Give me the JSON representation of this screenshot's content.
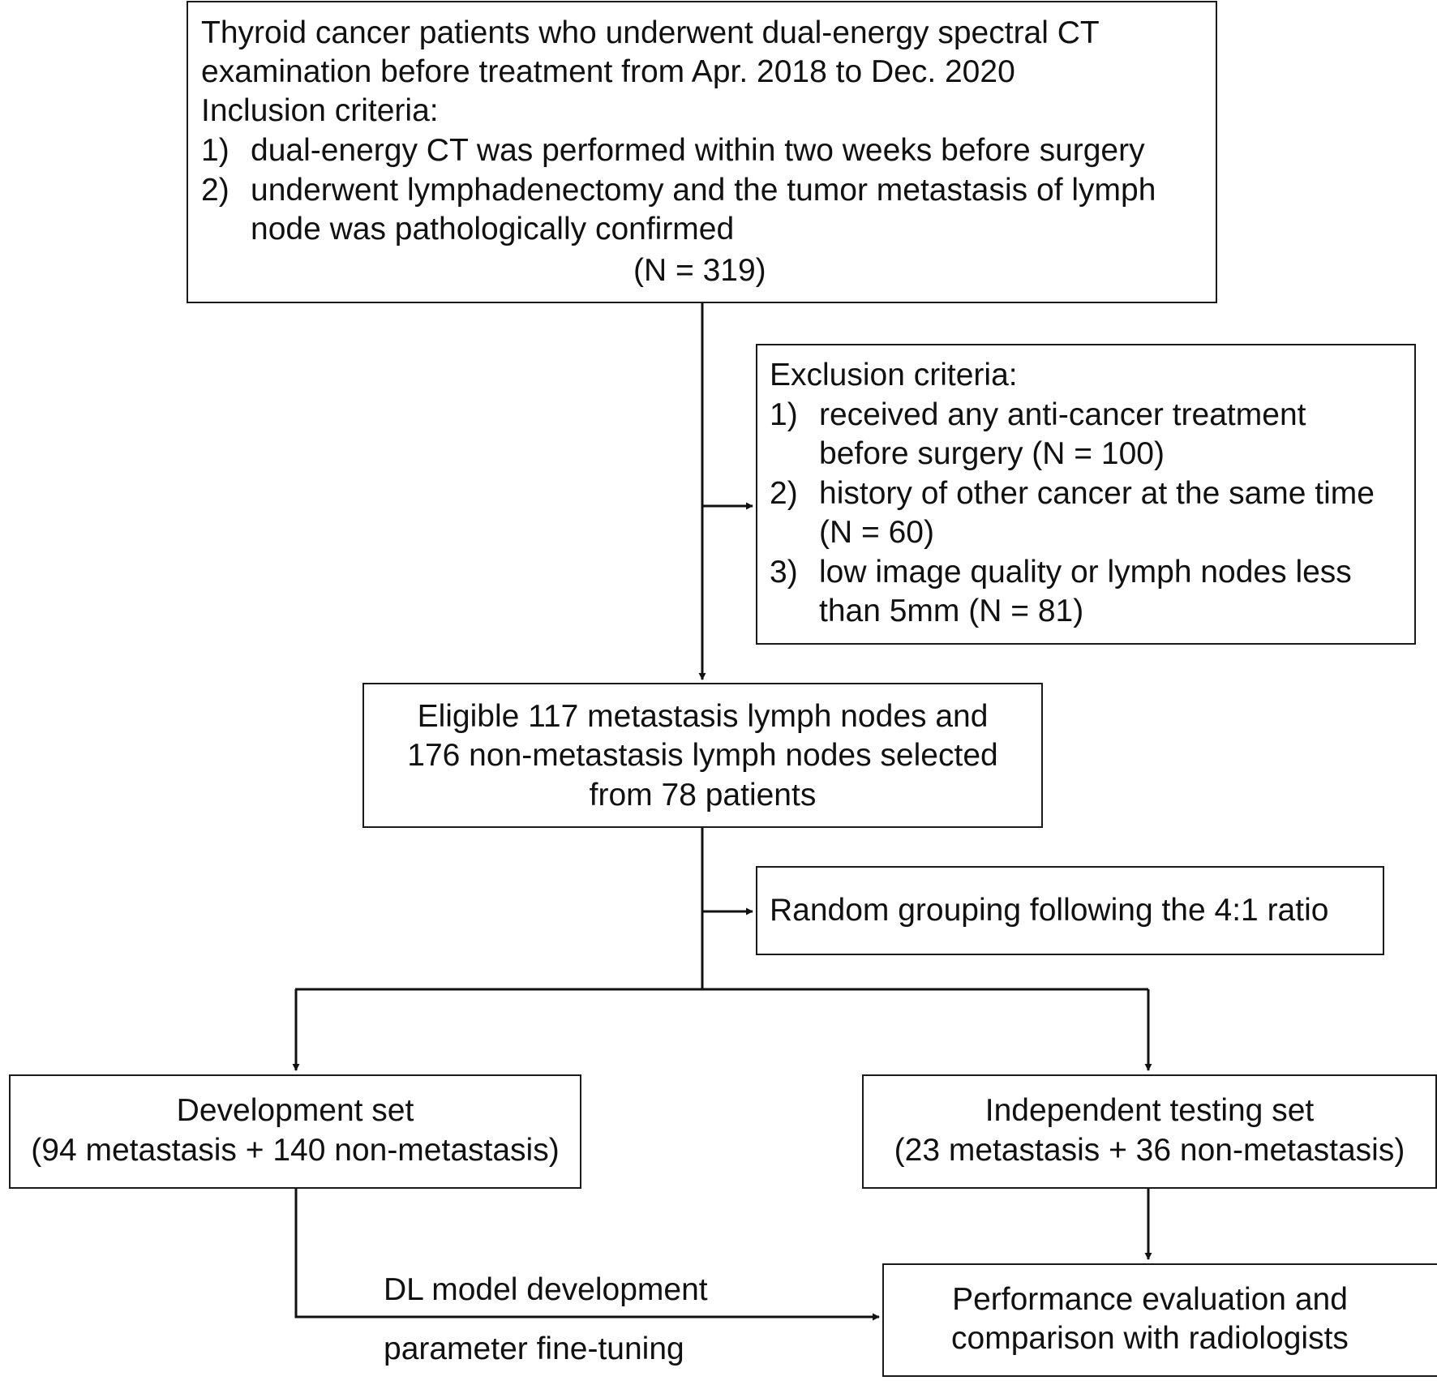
{
  "inclusion": {
    "line1": "Thyroid cancer patients who underwent dual-energy spectral CT",
    "line2": "examination before treatment from Apr. 2018 to Dec. 2020",
    "heading": "Inclusion criteria:",
    "items": [
      {
        "num": "1)",
        "lines": [
          "dual-energy CT was performed within two weeks before surgery"
        ]
      },
      {
        "num": "2)",
        "lines": [
          "underwent lymphadenectomy and the tumor metastasis of lymph",
          "node was pathologically confirmed"
        ]
      }
    ],
    "count": "(N = 319)"
  },
  "exclusion": {
    "heading": "Exclusion criteria:",
    "items": [
      {
        "num": "1)",
        "lines": [
          "received any anti-cancer treatment",
          "before surgery (N = 100)"
        ]
      },
      {
        "num": "2)",
        "lines": [
          "history of other cancer at the same time",
          "(N = 60)"
        ]
      },
      {
        "num": "3)",
        "lines": [
          "low image quality or lymph nodes less",
          "than 5mm (N = 81)"
        ]
      }
    ]
  },
  "eligible": {
    "lines": [
      "Eligible 117 metastasis lymph nodes and",
      "176 non-metastasis lymph nodes selected",
      "from 78 patients"
    ]
  },
  "grouping": {
    "text": "Random grouping following the 4:1 ratio"
  },
  "development": {
    "lines": [
      "Development set",
      "(94 metastasis + 140 non-metastasis)"
    ]
  },
  "testing": {
    "lines": [
      "Independent testing set",
      "(23 metastasis + 36 non-metastasis)"
    ]
  },
  "evaluation": {
    "lines": [
      "Performance evaluation and",
      "comparison with radiologists"
    ]
  },
  "edge_labels": {
    "upper": "DL model development",
    "lower": "parameter fine-tuning"
  }
}
